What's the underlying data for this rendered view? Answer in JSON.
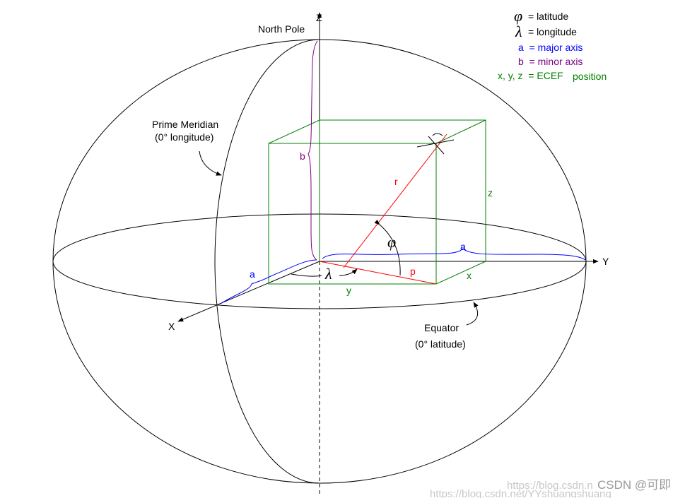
{
  "legend": {
    "phi_symbol": "φ",
    "phi_text": "= latitude",
    "lambda_symbol": "λ",
    "lambda_text": "= longitude",
    "a_text": "a  = major axis",
    "b_text": "b  = minor axis",
    "xyz_text": "x, y, z  = ECEF",
    "xyz_text2": "position"
  },
  "labels": {
    "z_axis": "Z",
    "y_axis": "Y",
    "x_axis": "X",
    "north_pole": "North Pole",
    "prime_meridian": "Prime Meridian",
    "prime_meridian_sub": "(0° longitude)",
    "equator": "Equator",
    "equator_sub": "(0° latitude)",
    "a1": "a",
    "a2": "a",
    "b": "b",
    "r": "r",
    "p": "p",
    "x": "x",
    "y": "y",
    "z": "z",
    "phi": "φ",
    "lambda": "λ"
  },
  "colors": {
    "axis": "#000000",
    "box": "#008000",
    "major": "#0000ff",
    "minor": "#800080",
    "vector": "#ff0000"
  },
  "watermark": {
    "url1": "https://blog.csdn.net/YYshuangshuang",
    "url2": "https://blog.csdn.n",
    "csdn": "CSDN @可即"
  }
}
